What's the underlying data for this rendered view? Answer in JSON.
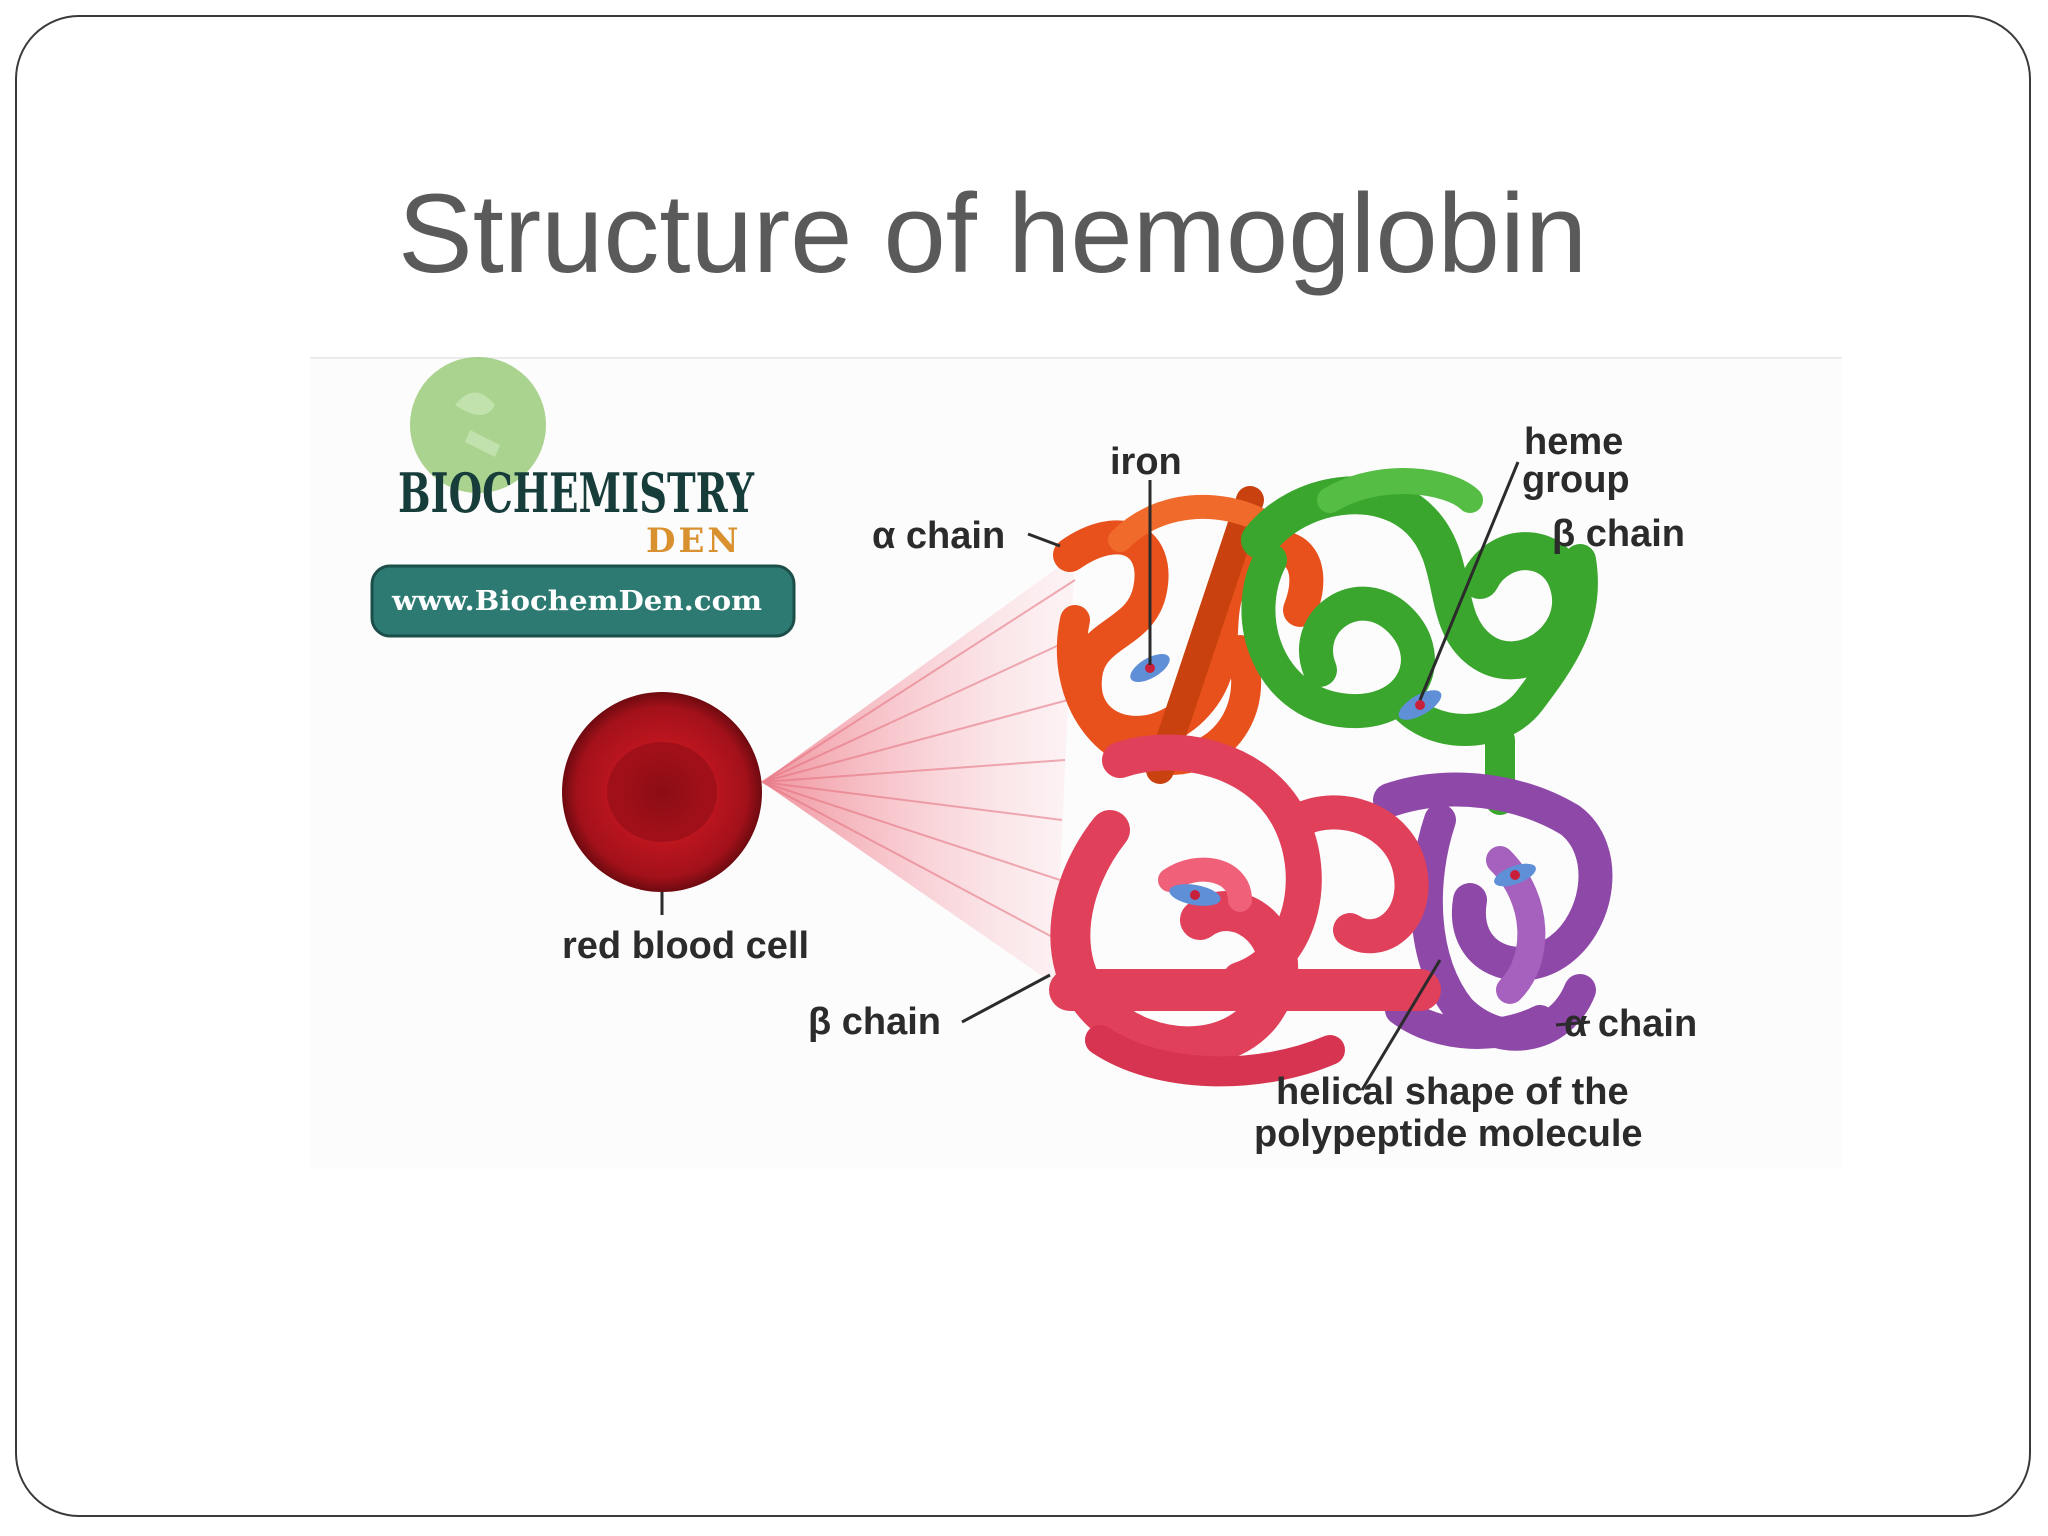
{
  "slide": {
    "title": "Structure of hemoglobin"
  },
  "logo": {
    "line1": "BIOCHEMISTRY",
    "line2": "DEN",
    "url": "www.BiochemDen.com"
  },
  "labels": {
    "iron": "iron",
    "heme_line1": "heme",
    "heme_line2": "group",
    "alpha_chain_top": "α chain",
    "beta_chain_top": "β chain",
    "red_blood_cell": "red blood cell",
    "beta_chain_bottom": "β chain",
    "alpha_chain_bottom": "α chain",
    "helical_line1": "helical shape of the",
    "helical_line2": "polypeptide molecule"
  },
  "colors": {
    "alpha_chain_top": "#e8501c",
    "beta_chain_top": "#3aa62e",
    "beta_chain_bottom": "#e0405a",
    "alpha_chain_bottom": "#8e48a8",
    "red_blood_cell": "#b5121b",
    "logo_green": "#8cc66a",
    "logo_badge": "#2c7a72",
    "logo_den": "#d9902e"
  }
}
